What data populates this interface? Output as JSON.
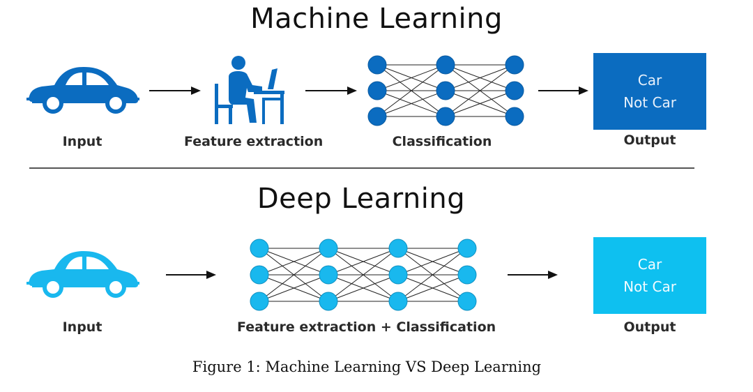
{
  "machine_learning": {
    "title": "Machine Learning",
    "steps": {
      "input": "Input",
      "feature_extraction": "Feature extraction",
      "classification": "Classification",
      "output": "Output"
    },
    "output_box": {
      "line1": "Car",
      "line2": "Not Car"
    },
    "colors": {
      "accent": "#0b6cc0",
      "box": "#0b6cc0",
      "box_text": "#e8f1fb"
    }
  },
  "deep_learning": {
    "title": "Deep Learning",
    "steps": {
      "input": "Input",
      "feature_classification": "Feature extraction + Classification",
      "output": "Output"
    },
    "output_box": {
      "line1": "Car",
      "line2": "Not Car"
    },
    "colors": {
      "accent": "#19b8ee",
      "box": "#0ec0f0",
      "box_text": "#f2fbff"
    }
  },
  "caption": "Figure 1: Machine Learning VS Deep Learning"
}
